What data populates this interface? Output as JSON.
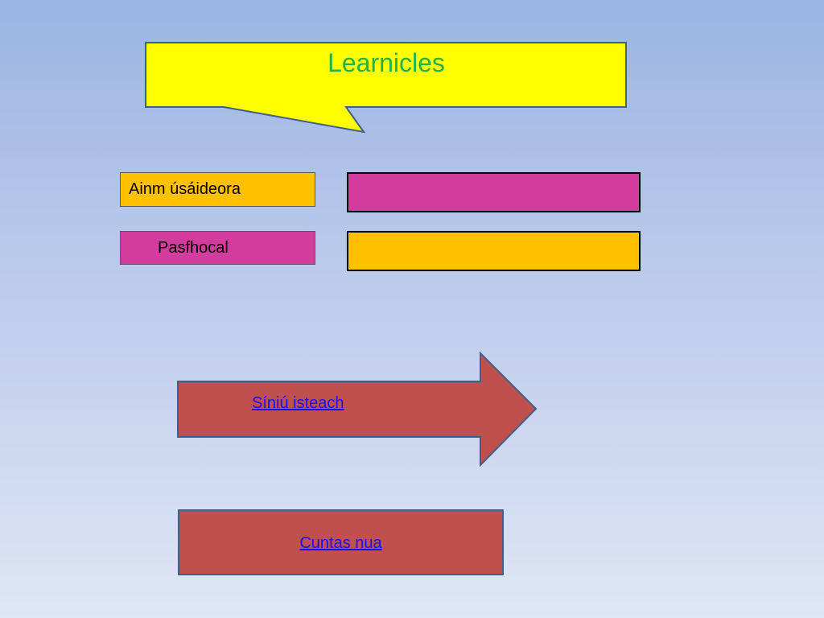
{
  "header": {
    "title": "Learnicles"
  },
  "form": {
    "username_label": "Ainm úsáideora",
    "password_label": "Pasfhocal",
    "username_value": "",
    "password_value": ""
  },
  "actions": {
    "signin_label": "Síniú isteach",
    "new_account_label": "Cuntas nua"
  },
  "colors": {
    "callout": "#ffff00",
    "title": "#21b24a",
    "orange": "#ffc000",
    "magenta": "#d23c9d",
    "button": "#c0504d",
    "link": "#1a0dff"
  }
}
